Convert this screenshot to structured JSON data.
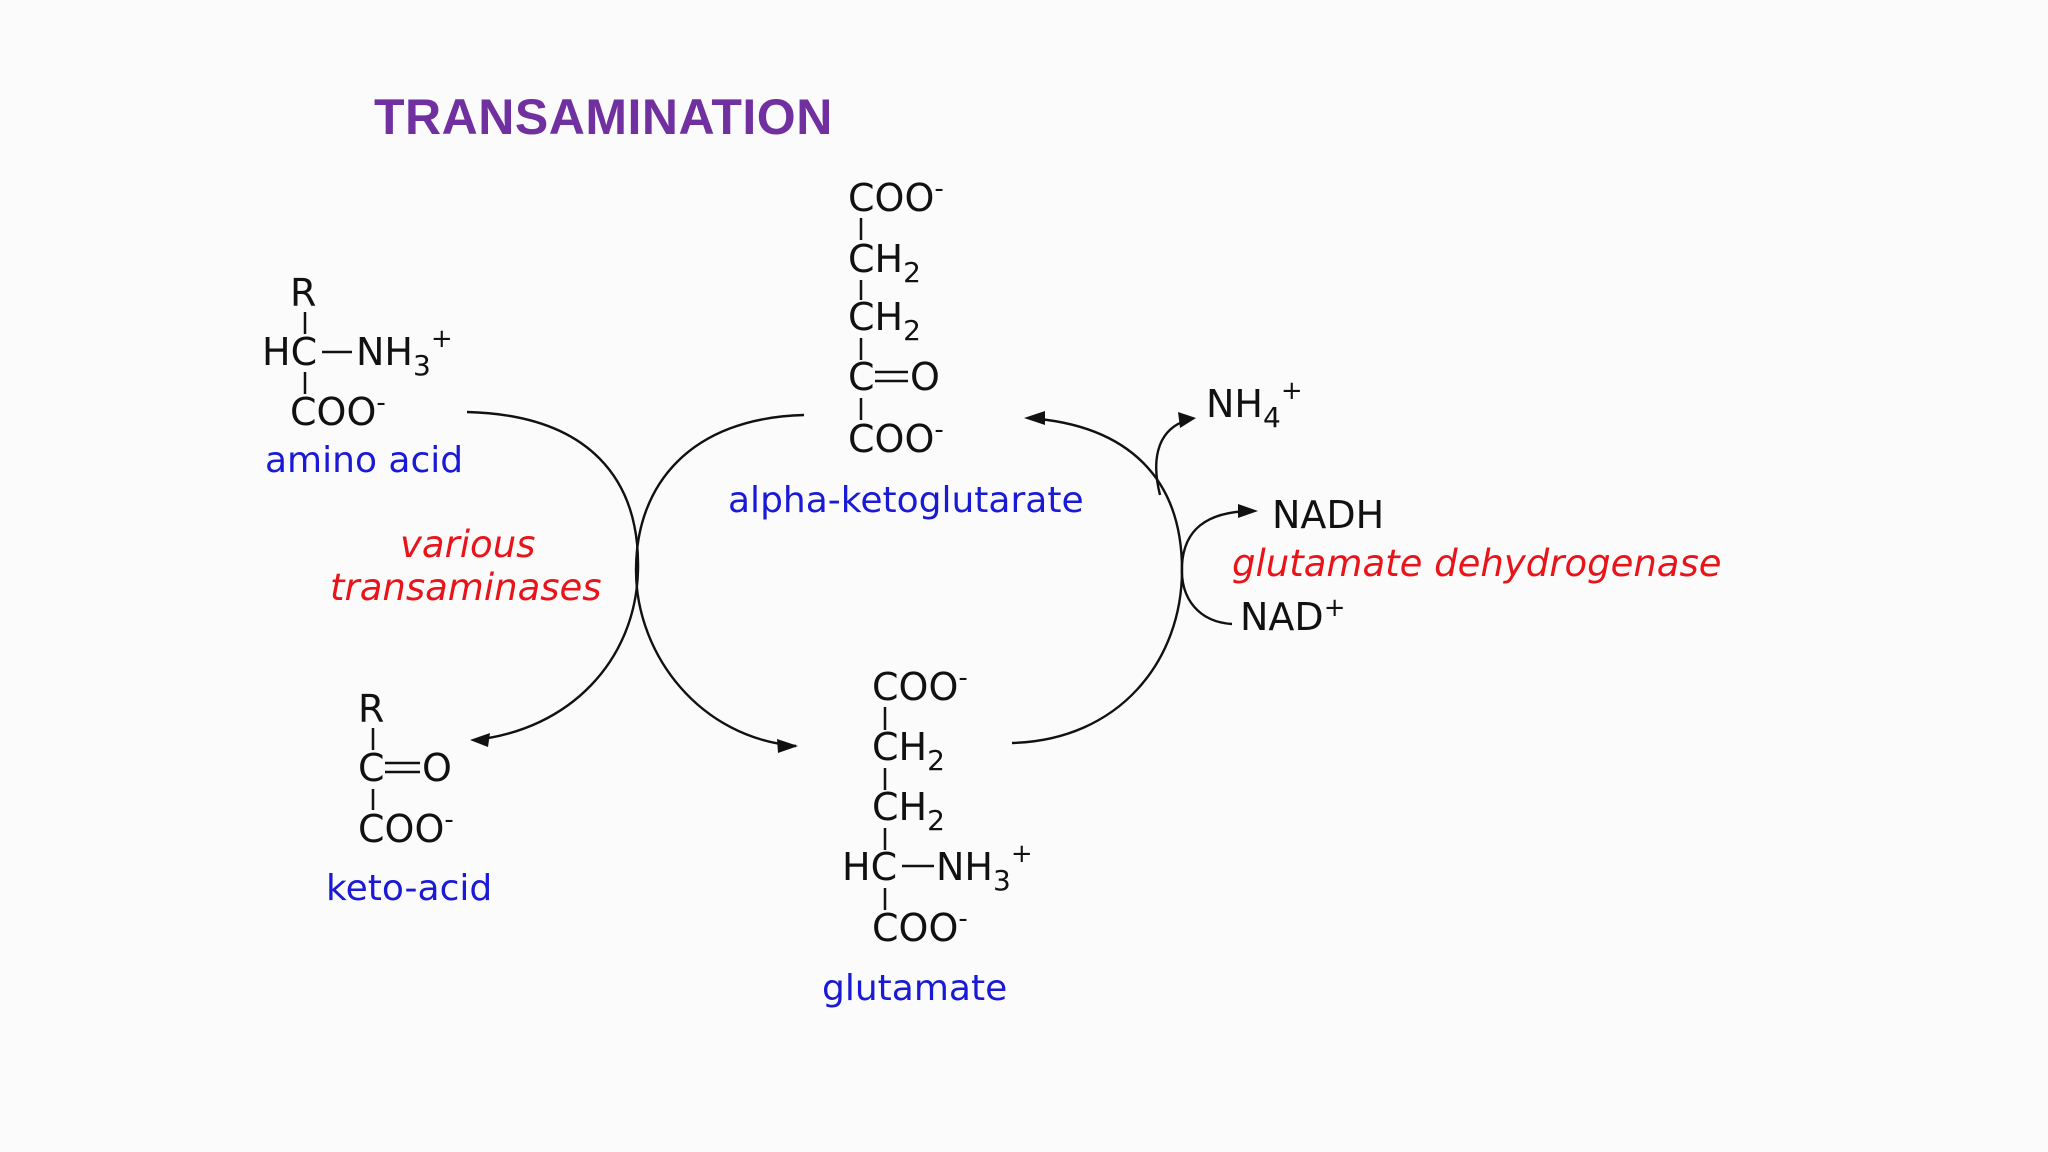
{
  "title": "TRANSAMINATION",
  "colors": {
    "title": "#7030a0",
    "compound_label": "#1a1ad6",
    "enzyme_label": "#e8141a"
  },
  "amino_acid": {
    "r": "R",
    "hc": "HC",
    "nh3": "NH",
    "nh3_sub": "3",
    "nh3_sup": "+",
    "coo": "COO",
    "coo_sup": "-",
    "label": "amino acid"
  },
  "akg": {
    "coo_top": "COO",
    "coo_top_sup": "-",
    "ch2_a": "CH",
    "ch2_a_sub": "2",
    "ch2_b": "CH",
    "ch2_b_sub": "2",
    "c": "C",
    "o": "O",
    "coo_bottom": "COO",
    "coo_bottom_sup": "-",
    "label": "alpha-ketoglutarate"
  },
  "keto_acid": {
    "r": "R",
    "c": "C",
    "o": "O",
    "coo": "COO",
    "coo_sup": "-",
    "label": "keto-acid"
  },
  "glutamate": {
    "coo_top": "COO",
    "coo_top_sup": "-",
    "ch2_a": "CH",
    "ch2_a_sub": "2",
    "ch2_b": "CH",
    "ch2_b_sub": "2",
    "hc": "HC",
    "nh3": "NH",
    "nh3_sub": "3",
    "nh3_sup": "+",
    "coo_bottom": "COO",
    "coo_bottom_sup": "-",
    "label": "glutamate"
  },
  "enzymes": {
    "transaminases_line1": "various",
    "transaminases_line2": "transaminases",
    "dehydrogenase": "glutamate dehydrogenase"
  },
  "cofactors": {
    "nh4": "NH",
    "nh4_sub": "4",
    "nh4_sup": "+",
    "nadh": "NADH",
    "nad": "NAD",
    "nad_sup": "+"
  }
}
